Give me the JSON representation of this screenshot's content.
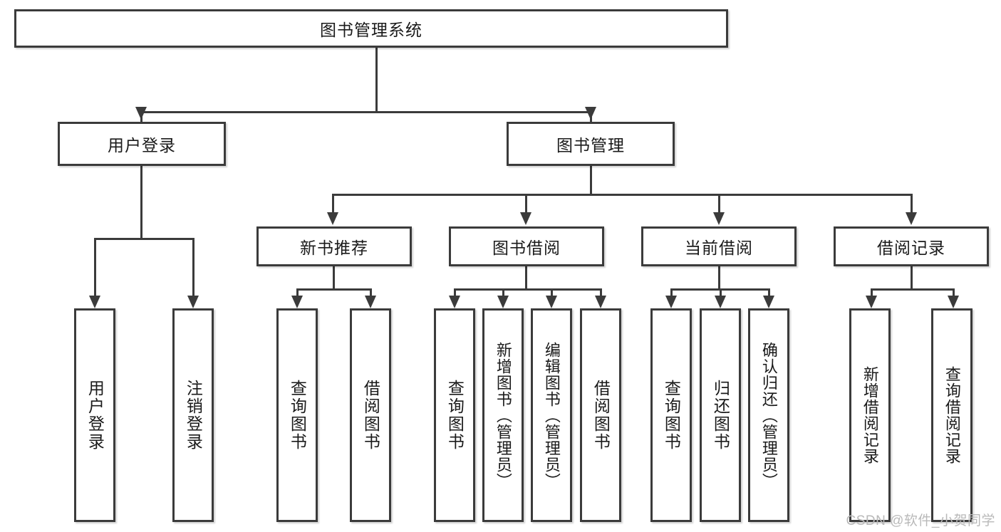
{
  "diagram": {
    "title": "图书管理系统",
    "type": "tree-hierarchy-chart",
    "colors": {
      "stroke": "#3b3b3b",
      "fill": "#ffffff",
      "text": "#1a1a1a",
      "watermark": "#b9b9b9"
    }
  },
  "root": {
    "label": "图书管理系统"
  },
  "level2": [
    {
      "label": "用户登录"
    },
    {
      "label": "图书管理"
    }
  ],
  "level3": [
    {
      "label": "新书推荐"
    },
    {
      "label": "图书借阅"
    },
    {
      "label": "当前借阅"
    },
    {
      "label": "借阅记录"
    }
  ],
  "leaves": {
    "user_login": [
      {
        "label": "用户登录"
      },
      {
        "label": "注销登录"
      }
    ],
    "new_book_recommend": [
      {
        "label": "查询图书"
      },
      {
        "label": "借阅图书"
      }
    ],
    "book_borrow": [
      {
        "label": "查询图书"
      },
      {
        "label": "新增图书（管理员）"
      },
      {
        "label": "编辑图书（管理员）"
      },
      {
        "label": "借阅图书"
      }
    ],
    "current_borrow": [
      {
        "label": "查询图书"
      },
      {
        "label": "归还图书"
      },
      {
        "label": "确认归还（管理员）"
      }
    ],
    "borrow_record": [
      {
        "label": "新增借阅记录"
      },
      {
        "label": "查询借阅记录"
      }
    ]
  },
  "watermark": {
    "text": "CSDN @软件_小贺同学"
  }
}
